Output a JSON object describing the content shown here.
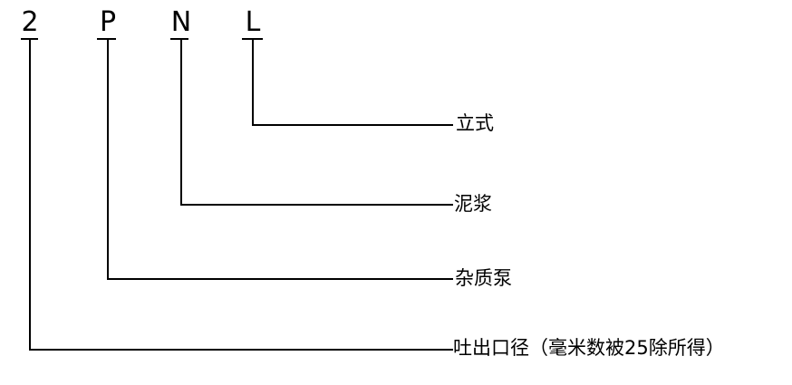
{
  "diagram": {
    "codes": [
      {
        "char": "2",
        "meaning": "吐出口径（毫米数被25除所得）"
      },
      {
        "char": "P",
        "meaning": "杂质泵"
      },
      {
        "char": "N",
        "meaning": "泥浆"
      },
      {
        "char": "L",
        "meaning": "立式"
      }
    ],
    "line_color": "#000000"
  }
}
